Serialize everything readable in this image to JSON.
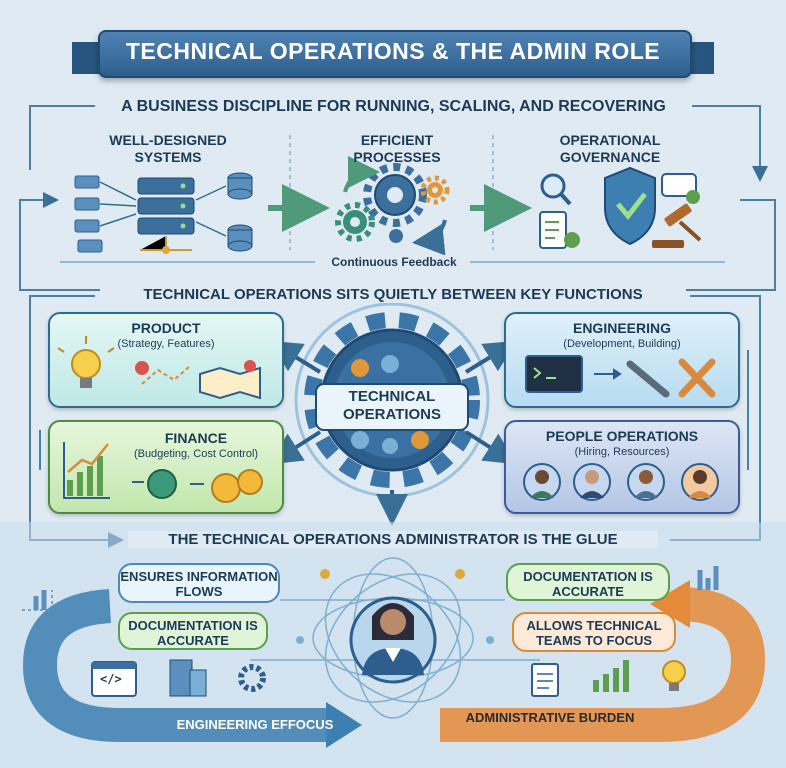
{
  "title": "TECHNICAL OPERATIONS & THE ADMIN ROLE",
  "top": {
    "heading": "A BUSINESS DISCIPLINE FOR RUNNING, SCALING, AND RECOVERING",
    "col1": "WELL-DESIGNED SYSTEMS",
    "col2": "EFFICIENT PROCESSES",
    "col3": "OPERATIONAL GOVERNANCE",
    "feedback": "Continuous Feedback"
  },
  "middle": {
    "heading": "TECHNICAL OPERATIONS SITS QUIETLY BETWEEN KEY FUNCTIONS",
    "center": "TECHNICAL OPERATIONS",
    "product": {
      "title": "PRODUCT",
      "sub": "(Strategy, Features)"
    },
    "engineering": {
      "title": "ENGINEERING",
      "sub": "(Development, Building)"
    },
    "finance": {
      "title": "FINANCE",
      "sub": "(Budgeting, Cost Control)"
    },
    "people": {
      "title": "PEOPLE OPERATIONS",
      "sub": "(Hiring, Resources)"
    }
  },
  "bottom": {
    "heading": "THE TECHNICAL OPERATIONS ADMINISTRATOR IS THE GLUE",
    "pill1": "ENSURES INFORMATION FLOWS",
    "pill2": "DOCUMENTATION IS ACCURATE",
    "pill3": "DOCUMENTATION IS ACCURATE",
    "pill4": "ALLOWS TECHNICAL TEAMS TO FOCUS",
    "left_arrow": "ENGINEERING EFFOCUS",
    "right_arrow": "ADMINISTRATIVE BURDEN",
    "code_glyph": "</>"
  },
  "colors": {
    "primary": "#2e5e8e",
    "green": "#5e9f4f",
    "orange": "#e58a3a",
    "teal": "#2a8f8a"
  },
  "icons": [
    "server-icon",
    "database-icon",
    "gear-icon",
    "shield-check-icon",
    "gavel-icon",
    "checklist-icon",
    "magnifier-icon",
    "lightbulb-icon",
    "map-icon",
    "terminal-icon",
    "wrench-icon",
    "chart-icon",
    "coin-icon",
    "person-icon",
    "code-window-icon",
    "building-icon"
  ]
}
